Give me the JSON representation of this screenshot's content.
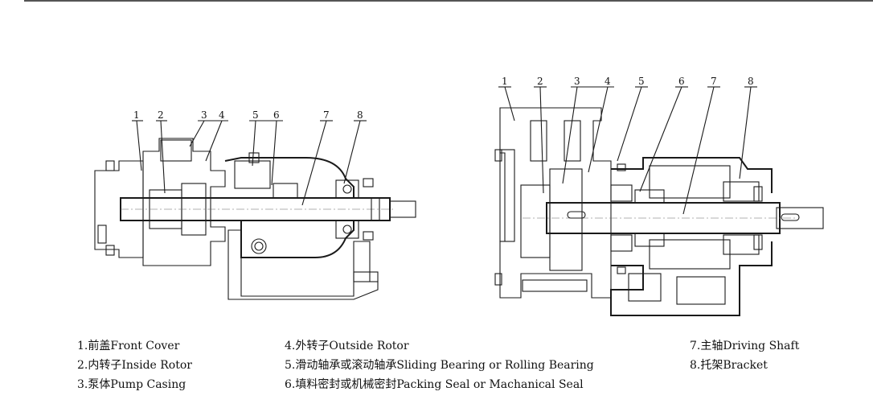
{
  "left_view": {
    "callouts": [
      "1",
      "2",
      "3",
      "4",
      "5",
      "6",
      "7",
      "8"
    ]
  },
  "right_view": {
    "callouts": [
      "1",
      "2",
      "3",
      "4",
      "5",
      "6",
      "7",
      "8"
    ]
  },
  "legend": {
    "col1": [
      "1.前盖Front Cover",
      "2.内转子Inside Rotor",
      "3.泵体Pump Casing"
    ],
    "col2": [
      "4.外转子Outside Rotor",
      "5.滑动轴承或滚动轴承Sliding Bearing or Rolling Bearing",
      "6.填料密封或机械密封Packing Seal or Machanical Seal"
    ],
    "col3": [
      "7.主轴Driving Shaft",
      "8.托架Bracket"
    ]
  }
}
